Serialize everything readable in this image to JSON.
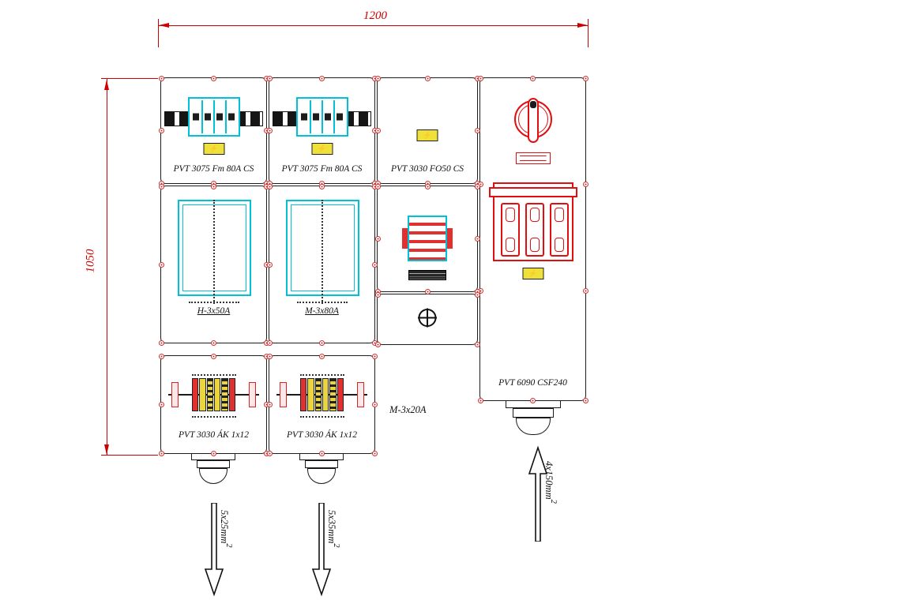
{
  "dimensions": {
    "width": "1200",
    "height": "1050"
  },
  "enclosures": {
    "box1": {
      "label": "PVT 3075 Fm 80A CS"
    },
    "box2": {
      "label": "PVT 3075 Fm 80A CS"
    },
    "box3": {
      "label": "PVT 3030 FO50 CS"
    },
    "box4": {
      "label": "PVT 6090 CSF240"
    },
    "box5": {
      "label": "H-3x50A"
    },
    "box6": {
      "label": "M-3x80A"
    },
    "box9": {
      "label": "PVT 3030 ÁK 1x12"
    },
    "box10": {
      "label": "PVT 3030 ÁK 1x12"
    }
  },
  "annotations": {
    "mid_circuit": "M-3x20A"
  },
  "cables": [
    {
      "size": "5x25mm",
      "exp": "2"
    },
    {
      "size": "5x35mm",
      "exp": "2"
    },
    {
      "size": "4x150mm",
      "exp": "2"
    }
  ],
  "icons": {
    "lightning": "⚡"
  },
  "colors": {
    "dimension_red": "#cc0000",
    "component_cyan": "#00c2d6",
    "component_red": "#e01010",
    "warning_yellow": "#f0e03a",
    "line_black": "#1c1c1c"
  }
}
